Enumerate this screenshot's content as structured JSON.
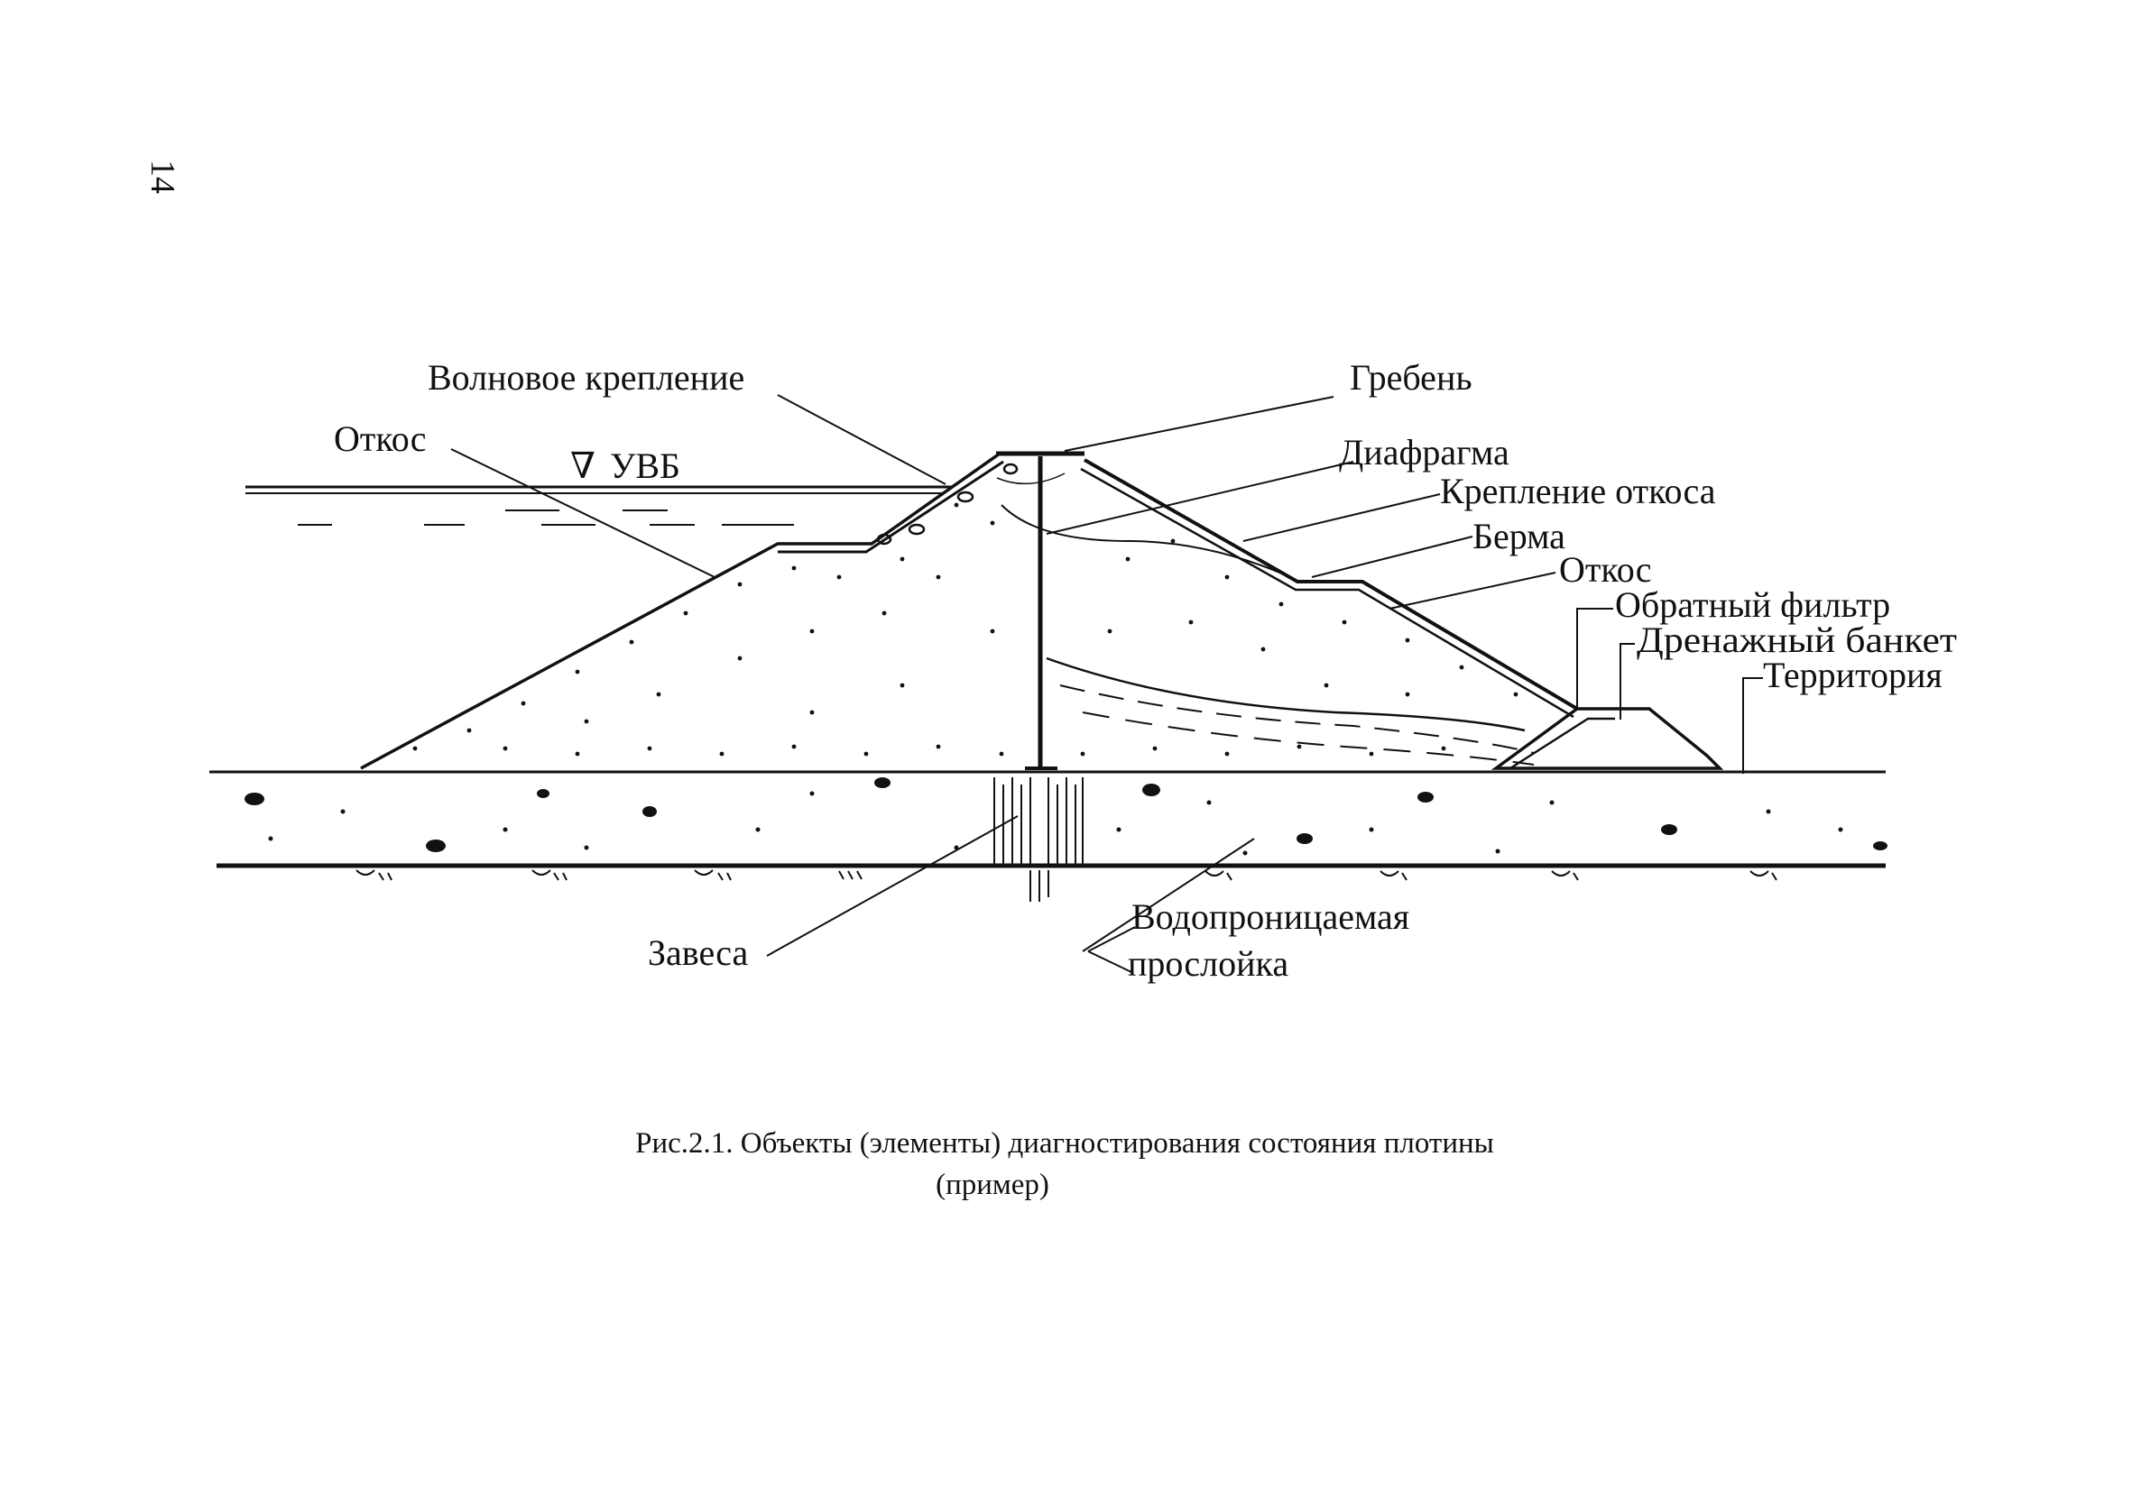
{
  "page_number": "14",
  "labels": {
    "wave_protection": "Волновое крепление",
    "crest": "Гребень",
    "slope_upstream": "Откос",
    "water_level": "УВБ",
    "diaphragm": "Диафрагма",
    "slope_protection": "Крепление откоса",
    "berm": "Берма",
    "slope_downstream": "Откос",
    "reverse_filter": "Обратный фильтр",
    "drainage_bank": "Дренажный банкет",
    "territory": "Территория",
    "curtain": "Завеса",
    "permeable_layer_1": "Водопроницаемая",
    "permeable_layer_2": "прослойка"
  },
  "caption": {
    "line1": "Рис.2.1. Объекты (элементы) диагностирования состояния плотины",
    "line2": "(пример)"
  }
}
